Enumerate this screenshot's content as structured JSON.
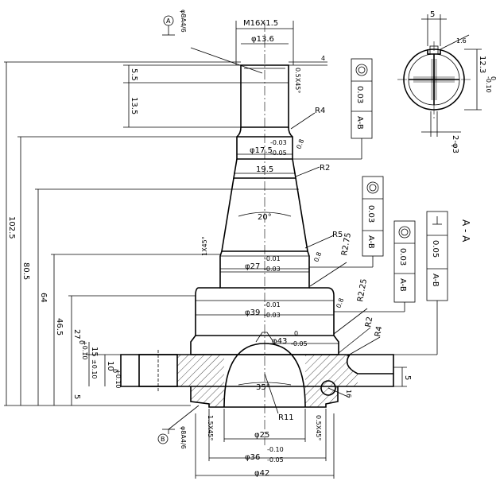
{
  "dims": {
    "thread": "M16X1.5",
    "d13_6": "φ13.6",
    "d17_5": "φ17.5",
    "d17_5_tol": "-0.03",
    "d17_5_tol2": "-0.05",
    "d19_5": "19.5",
    "d27": "φ27",
    "d27_tol": "-0.01",
    "d27_tol2": "-0.03",
    "d39": "φ39",
    "d39_tol": "-0.01",
    "d39_tol2": "-0.03",
    "d43": "φ43",
    "d43_tol": "0",
    "d43_tol2": "-0.05",
    "d25": "φ25",
    "d36": "φ36",
    "d36_tol": "-0.10",
    "d36_tol2": "-0.05",
    "d42": "φ42",
    "angle20": "20°",
    "angle35": "35°",
    "r4a": "R4",
    "r2a": "R2",
    "r5": "R5",
    "r2_75": "R2.75",
    "r2_25": "R2.25",
    "r2b": "R2",
    "r4b": "R4",
    "r11": "R11",
    "ch05": "0.5X45°",
    "ch1": "1X45°",
    "ch15": "1.5X45°",
    "ch05b": "0.5X45°",
    "v4": "4",
    "v5_5": "5.5",
    "v13_5": "13.5",
    "v102_5": "102.5",
    "v80_5": "80.5",
    "v64": "64",
    "v46_5": "46.5",
    "v27": "27",
    "v27_tol": "+0.10",
    "v27_tol2": "0",
    "v15": "15",
    "v15_tol": "±0.10",
    "v10": "10",
    "v10_tol": "+0.10",
    "v10_tol2": "0",
    "v5_bottom": "5",
    "v5_right": "5",
    "v16": "16",
    "rough": "0.8",
    "centerA": "φ8A4/6",
    "centerB": "φ8A4/6"
  },
  "datums": {
    "a": "A",
    "b": "B"
  },
  "section": {
    "label": "A - A",
    "width": "5",
    "chamfer": "1.6",
    "height": "12.3",
    "height_tol": "0",
    "height_tol2": "-0.10",
    "hole": "2-φ3"
  },
  "tolerances": {
    "t1": {
      "value": "0.03",
      "ref": "A-B"
    },
    "t2": {
      "value": "0.03",
      "ref": "A-B"
    },
    "t3": {
      "value": "0.03",
      "ref": "A-B"
    },
    "t4": {
      "value": "0.05",
      "ref": "A-B"
    }
  }
}
